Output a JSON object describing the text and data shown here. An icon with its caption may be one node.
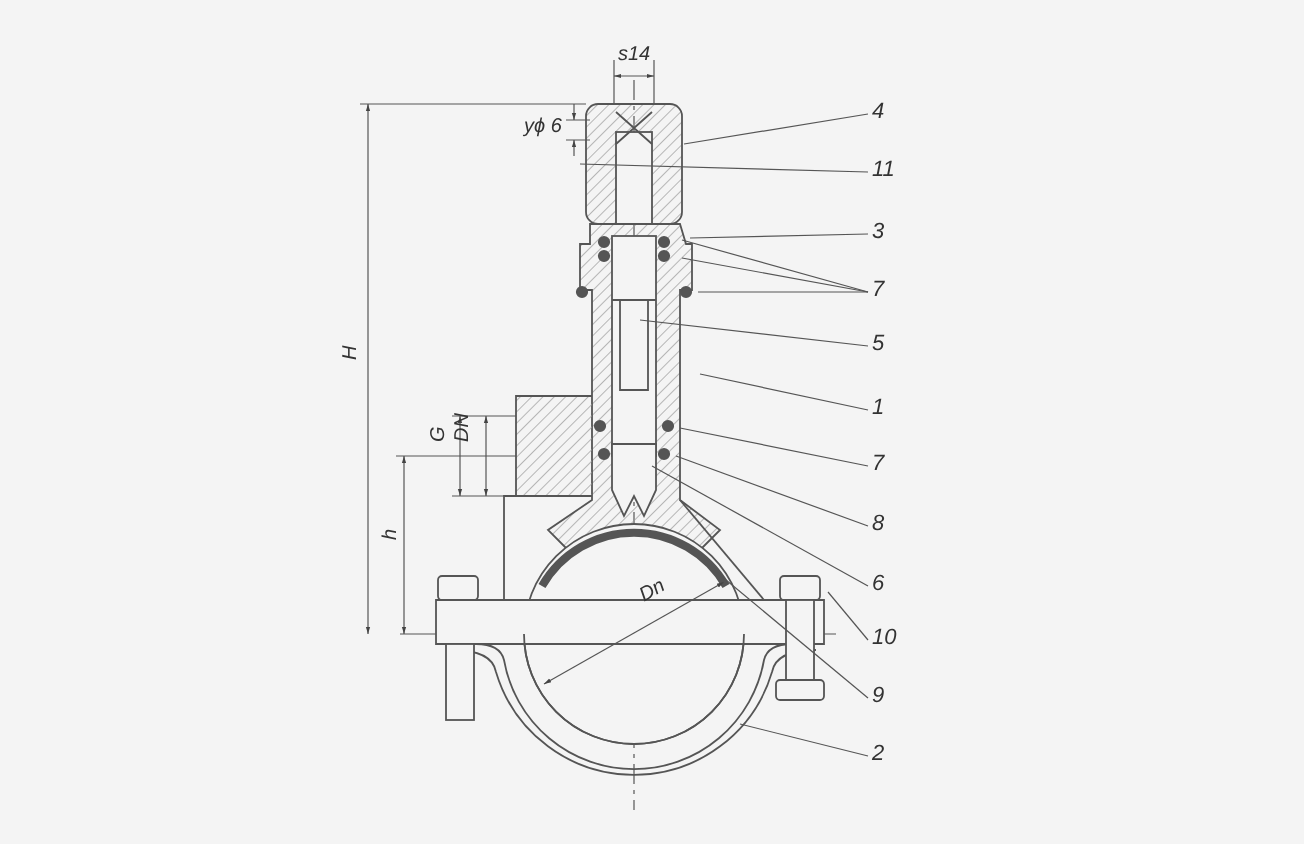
{
  "diagram": {
    "nodes": [
      {
        "text": [
          "4"
        ]
      },
      {
        "text": [
          "11"
        ]
      },
      {
        "text": [
          "3"
        ]
      },
      {
        "text": [
          "7"
        ]
      },
      {
        "text": [
          "5"
        ]
      },
      {
        "text": [
          "1"
        ]
      },
      {
        "text": [
          "7"
        ]
      },
      {
        "text": [
          "8"
        ]
      },
      {
        "text": [
          "6"
        ]
      },
      {
        "text": [
          "10"
        ]
      },
      {
        "text": [
          "9"
        ]
      },
      {
        "text": [
          "2"
        ]
      }
    ],
    "edges": [
      {
        "from": 0,
        "to": null,
        "arrow": "none"
      },
      {
        "from": 1,
        "to": null,
        "arrow": "none"
      },
      {
        "from": 2,
        "to": null,
        "arrow": "none"
      },
      {
        "from": 3,
        "to": null,
        "arrow": "none"
      },
      {
        "from": 3,
        "to": null,
        "arrow": "none"
      },
      {
        "from": 3,
        "to": null,
        "arrow": "none"
      },
      {
        "from": 4,
        "to": null,
        "arrow": "none"
      },
      {
        "from": 5,
        "to": null,
        "arrow": "none"
      },
      {
        "from": 6,
        "to": null,
        "arrow": "none"
      },
      {
        "from": 7,
        "to": null,
        "arrow": "none"
      },
      {
        "from": 8,
        "to": null,
        "arrow": "none"
      },
      {
        "from": 9,
        "to": null,
        "arrow": "none"
      },
      {
        "from": 10,
        "to": null,
        "arrow": "none"
      },
      {
        "from": 11,
        "to": null,
        "arrow": "none"
      }
    ],
    "labels": [
      "s14",
      "yϕ 6",
      "H",
      "G",
      "DN",
      "h",
      "Dn"
    ]
  }
}
